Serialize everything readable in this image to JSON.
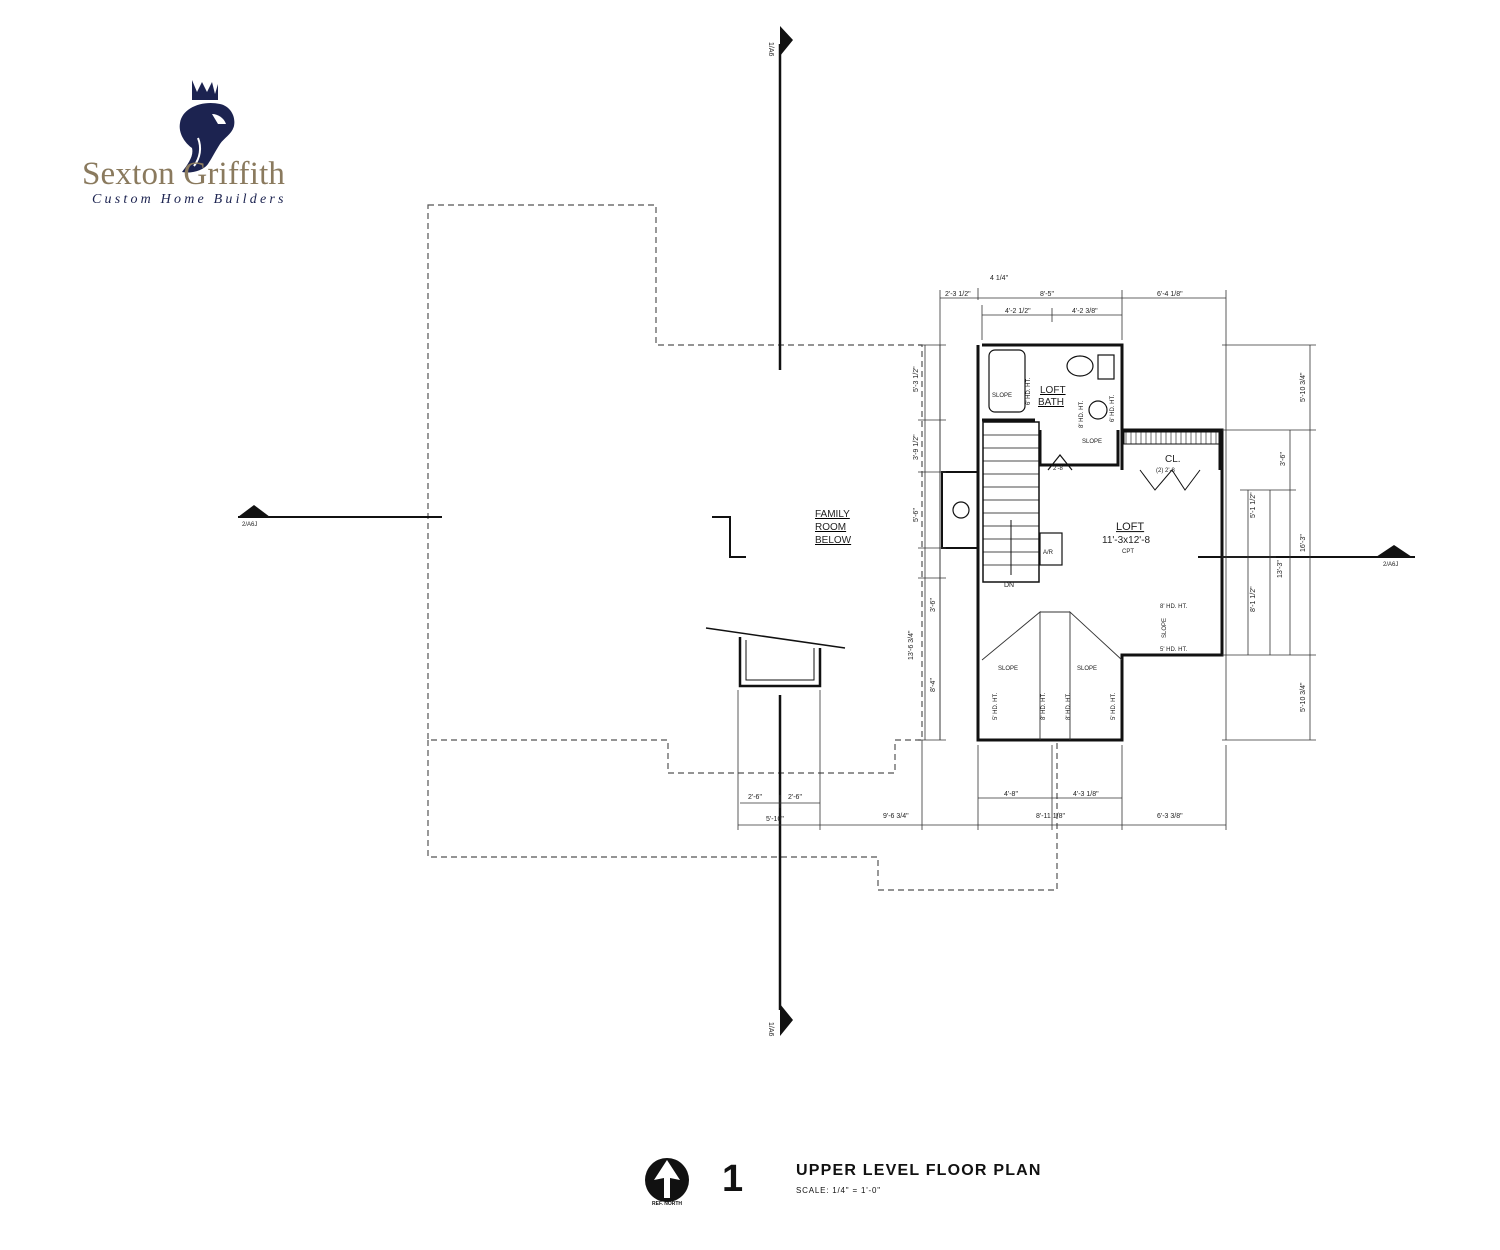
{
  "brand": {
    "name_first": "Sexton",
    "name_last": "Griffith",
    "tagline": "Custom Home Builders",
    "name_color": "#8a7a5e",
    "emblem_color": "#1c2350"
  },
  "title_block": {
    "drawing_number": "1",
    "title": "UPPER LEVEL FLOOR PLAN",
    "scale": "SCALE: 1/4\" = 1'-0\"",
    "north_label": "REF. NORTH",
    "north_icon": "north-arrow-icon"
  },
  "section_markers": {
    "top": "1/A6",
    "bottom": "1/A6",
    "left": "2/A6J",
    "right": "2/A6J"
  },
  "rooms": {
    "family_room": [
      "FAMILY",
      "ROOM",
      "BELOW"
    ],
    "loft": {
      "name": "LOFT",
      "size": "11'-3x12'-8",
      "floor": "CPT"
    },
    "loft_bath": [
      "LOFT",
      "BATH"
    ],
    "closet": "CL.",
    "closet_door": "(2) 2'-8",
    "stair_dn": "DN",
    "ar": "A/R",
    "bath_door": "2'-8"
  },
  "notes": {
    "slope": "SLOPE",
    "hd_8": "8' HD. HT.",
    "hd_5": "5' HD. HT.",
    "hd_6": "6' HD. HT."
  },
  "dimensions": {
    "top_44": "4 1/4\"",
    "top_row1": [
      "2'-3 1/2\"",
      "8'-5\"",
      "6'-4 1/8\""
    ],
    "top_row2": [
      "4'-2 1/2\"",
      "4'-2 3/8\""
    ],
    "left_col1": [
      "5'-3 1/2\"",
      "3'-9 1/2\"",
      "5'-6\"",
      "3'-6\"",
      "13'-6 3/4\"",
      "8'-4\""
    ],
    "right_col1": [
      "5'-10 3/4\"",
      "3'-6\"",
      "5'-1 1/2\"",
      "8'-1 1/2\"",
      "5'-10 3/4\""
    ],
    "right_col2": [
      "13'-3\"",
      "16'-3\""
    ],
    "bottom_row1": [
      "4'-8\"",
      "4'-3 1/8\""
    ],
    "bottom_row2": [
      "2'-6\"",
      "2'-6\"",
      "9'-6 3/4\"",
      "8'-11 1/8\"",
      "6'-3 3/8\""
    ],
    "bottom_row3": [
      "5'-10\""
    ]
  }
}
